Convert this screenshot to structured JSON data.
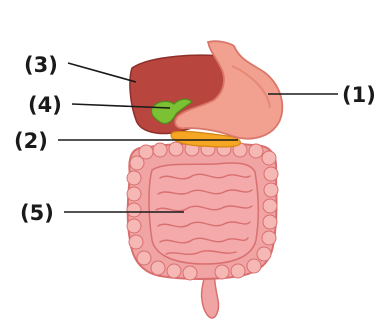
{
  "labels": [
    {
      "id": "stomach",
      "text": "(1)"
    },
    {
      "id": "pancreas",
      "text": "(2)"
    },
    {
      "id": "liver",
      "text": "(3)"
    },
    {
      "id": "gallbladder",
      "text": "(4)"
    },
    {
      "id": "small-intestine",
      "text": "(5)"
    }
  ],
  "colors": {
    "liver": "#b8463e",
    "stomach": "#f2a090",
    "gallbladder": "#7cc134",
    "pancreas": "#f5a623",
    "intestine": "#f0a4a4",
    "outline": "#d96f6f"
  }
}
